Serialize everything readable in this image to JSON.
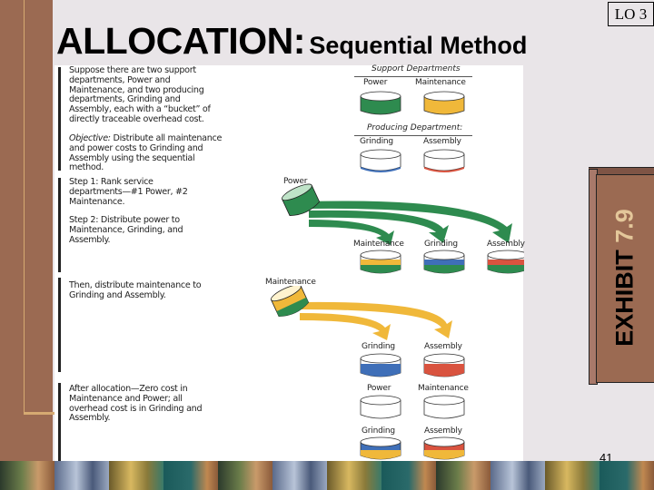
{
  "slide": {
    "title_main": "ALLOCATION:",
    "title_sub": "Sequential Method",
    "badge": "LO 3",
    "exhibit_word": "EXHIBIT",
    "exhibit_number": "7.9",
    "page_number": "41"
  },
  "figure": {
    "paragraphs": {
      "intro": "Suppose there are two support departments, Power and Maintenance, and two producing departments, Grinding and Assembly, each with a “bucket” of directly traceable overhead cost.",
      "objective_label": "Objective:",
      "objective_text": " Distribute all maintenance and power costs to Grinding and Assembly using the sequential method.",
      "step1": "Step 1: Rank service departments—#1 Power, #2 Maintenance.",
      "step2": "Step 2: Distribute power to Maintenance, Grinding, and Assembly.",
      "then": "Then, distribute maintenance to Grinding and Assembly.",
      "after": "After allocation—Zero cost in Maintenance and Power; all overhead cost is in Grinding and Assembly."
    },
    "headers": {
      "support": "Support Departments",
      "producing": "Producing Department:"
    },
    "labels": {
      "power": "Power",
      "maintenance": "Maintenance",
      "grinding": "Grinding",
      "assembly": "Assembly"
    },
    "colors": {
      "power": "#2e8b4f",
      "maintenance": "#f0b83a",
      "grinding": "#3f6fb8",
      "assembly": "#d9533f",
      "brown": "#9b6a52",
      "tan": "#d6aa72"
    }
  }
}
